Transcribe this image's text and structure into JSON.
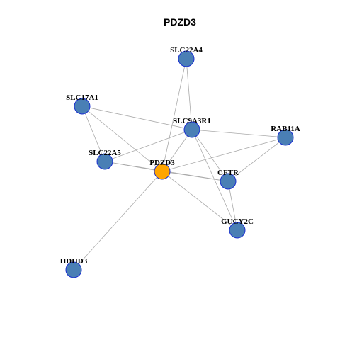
{
  "title": "PDZD3",
  "colors": {
    "center_node": "#ffa500",
    "node": "#4a7fb5",
    "node_border": "#1a2fd0",
    "edge": "#aaaaaa"
  },
  "nodes": [
    {
      "id": "SLC22A4",
      "label": "SLC22A4",
      "center": false
    },
    {
      "id": "SLC17A1",
      "label": "SLC17A1",
      "center": false
    },
    {
      "id": "SLC9A3R1",
      "label": "SLC9A3R1",
      "center": false
    },
    {
      "id": "RAB11A",
      "label": "RAB11A",
      "center": false
    },
    {
      "id": "SLC22A5",
      "label": "SLC22A5",
      "center": false
    },
    {
      "id": "PDZD3",
      "label": "PDZD3",
      "center": true
    },
    {
      "id": "CFTR",
      "label": "CFTR",
      "center": false
    },
    {
      "id": "GUCY2C",
      "label": "GUCY2C",
      "center": false
    },
    {
      "id": "HDHD3",
      "label": "HDHD3",
      "center": false
    }
  ],
  "edges": [
    [
      "SLC22A4",
      "PDZD3"
    ],
    [
      "SLC22A4",
      "SLC9A3R1"
    ],
    [
      "SLC17A1",
      "PDZD3"
    ],
    [
      "SLC17A1",
      "SLC9A3R1"
    ],
    [
      "SLC17A1",
      "SLC22A5"
    ],
    [
      "SLC9A3R1",
      "SLC22A5"
    ],
    [
      "SLC9A3R1",
      "PDZD3"
    ],
    [
      "SLC9A3R1",
      "CFTR"
    ],
    [
      "SLC9A3R1",
      "RAB11A"
    ],
    [
      "SLC9A3R1",
      "GUCY2C"
    ],
    [
      "RAB11A",
      "PDZD3"
    ],
    [
      "RAB11A",
      "CFTR"
    ],
    [
      "SLC22A5",
      "PDZD3"
    ],
    [
      "SLC22A5",
      "CFTR"
    ],
    [
      "PDZD3",
      "CFTR"
    ],
    [
      "PDZD3",
      "GUCY2C"
    ],
    [
      "PDZD3",
      "HDHD3"
    ],
    [
      "CFTR",
      "GUCY2C"
    ]
  ]
}
